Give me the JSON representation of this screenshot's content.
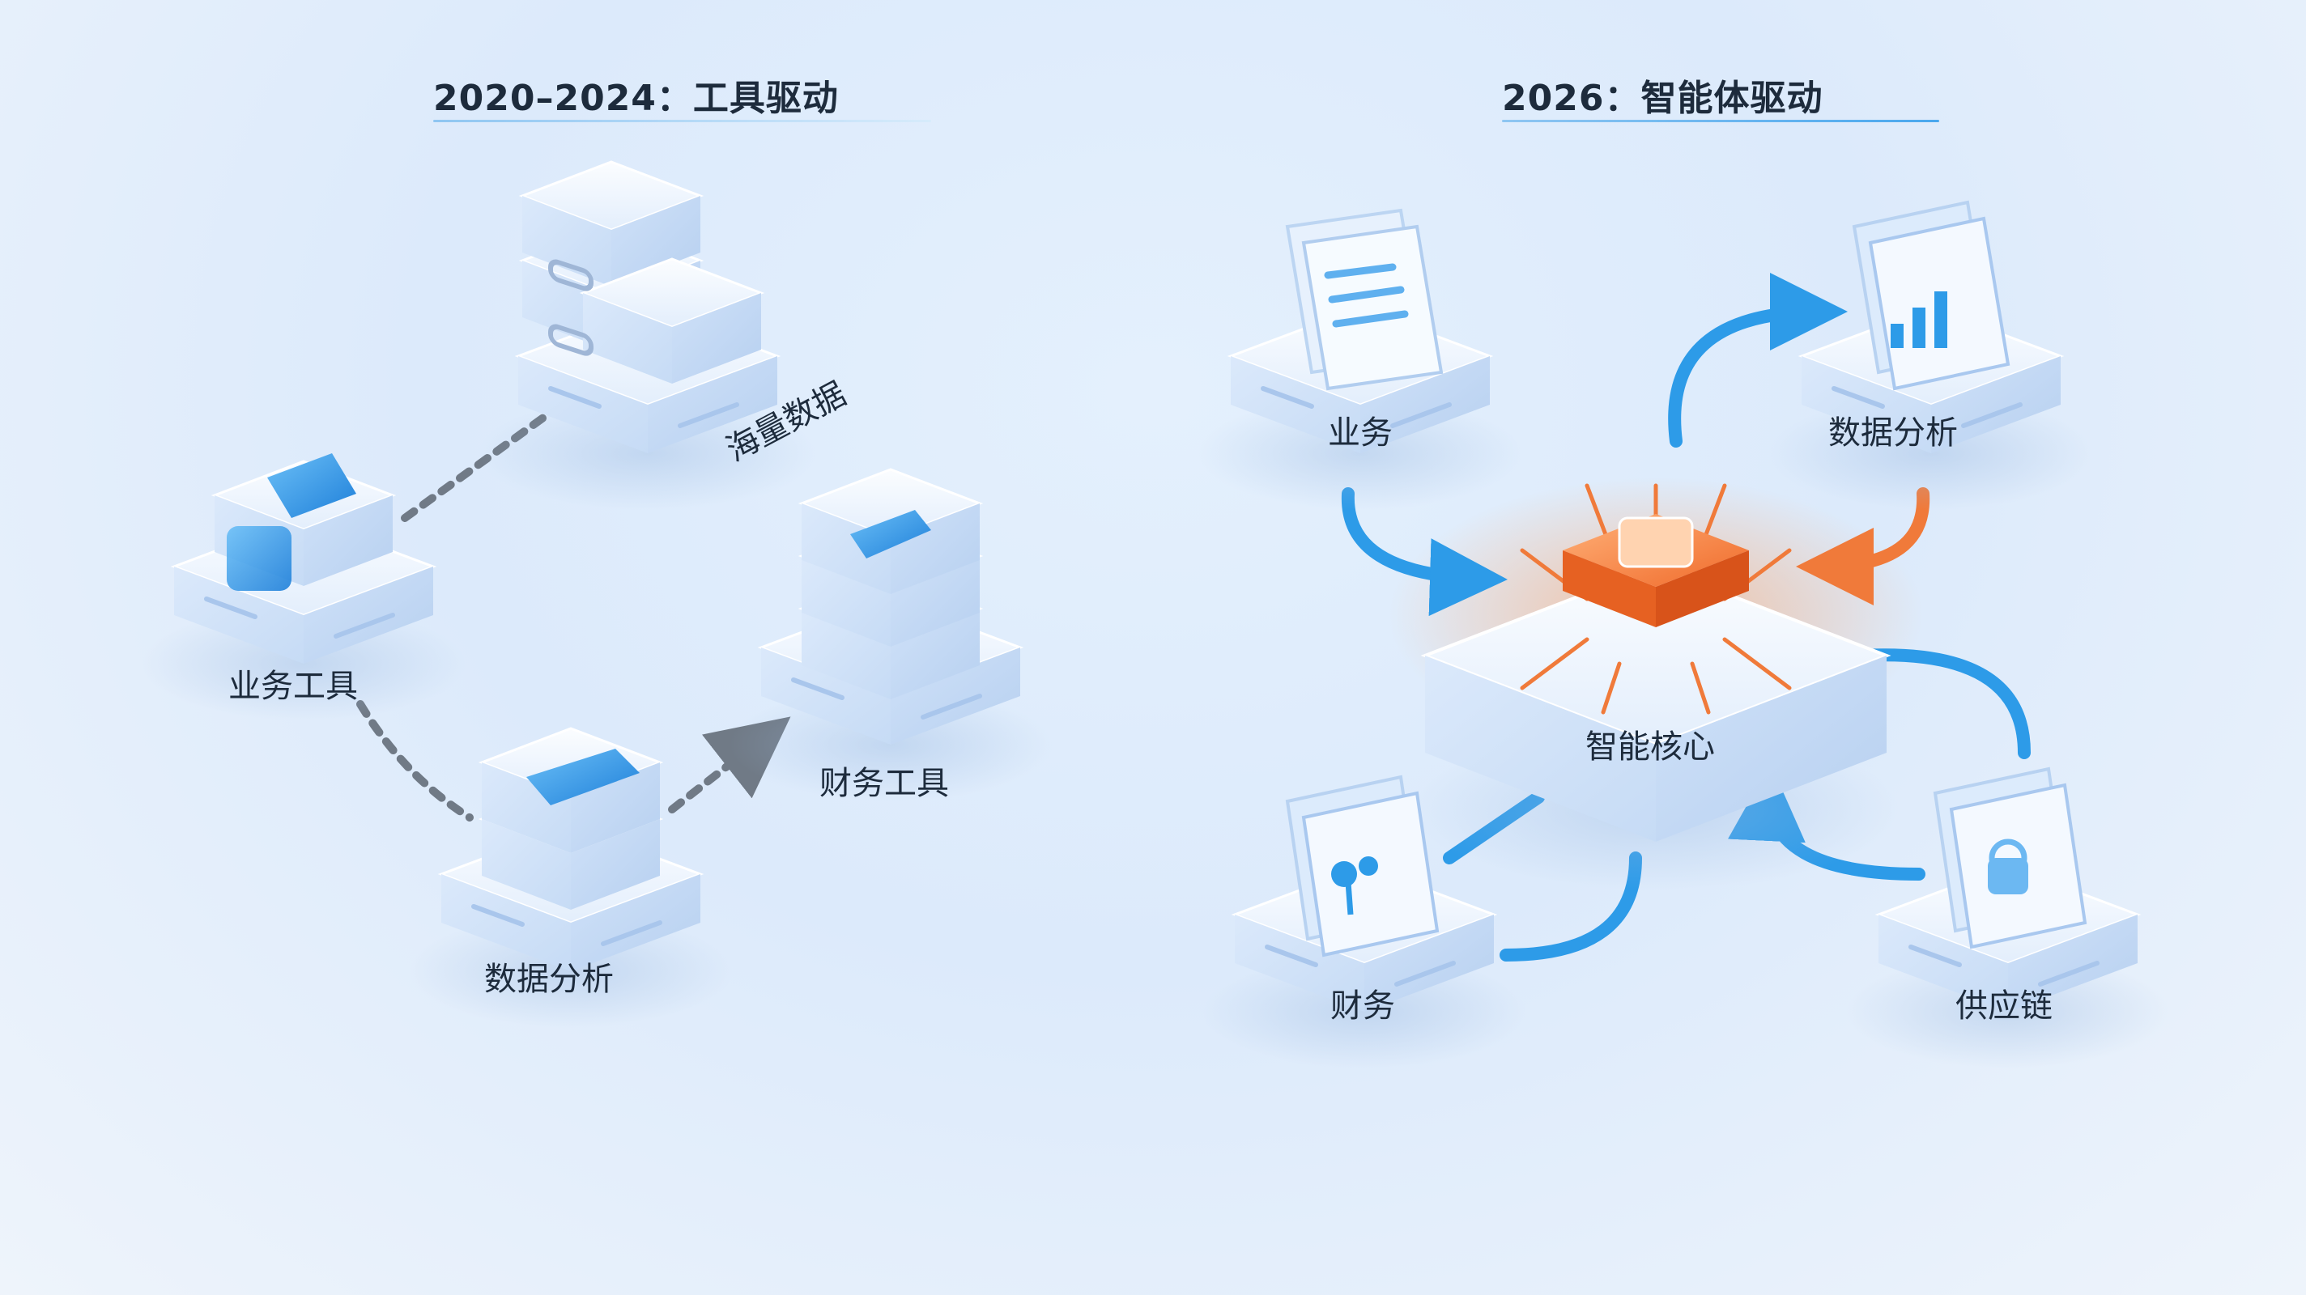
{
  "left_panel": {
    "title": "2020–2024：工具驱动",
    "nodes": {
      "mass_data": "海量数据",
      "business_tools": "业务工具",
      "data_analysis": "数据分析",
      "finance_tools": "财务工具"
    }
  },
  "right_panel": {
    "title": "2026：智能体驱动",
    "nodes": {
      "business": "业务",
      "data_analysis": "数据分析",
      "core": "智能核心",
      "finance": "财务",
      "supply_chain": "供应链"
    }
  },
  "colors": {
    "accent_blue": "#2d9be8",
    "accent_orange": "#f07a3a",
    "dashed_arrow": "#707a86",
    "tile_top": "#f4f9ff",
    "tile_side": "#cfe2f8"
  }
}
